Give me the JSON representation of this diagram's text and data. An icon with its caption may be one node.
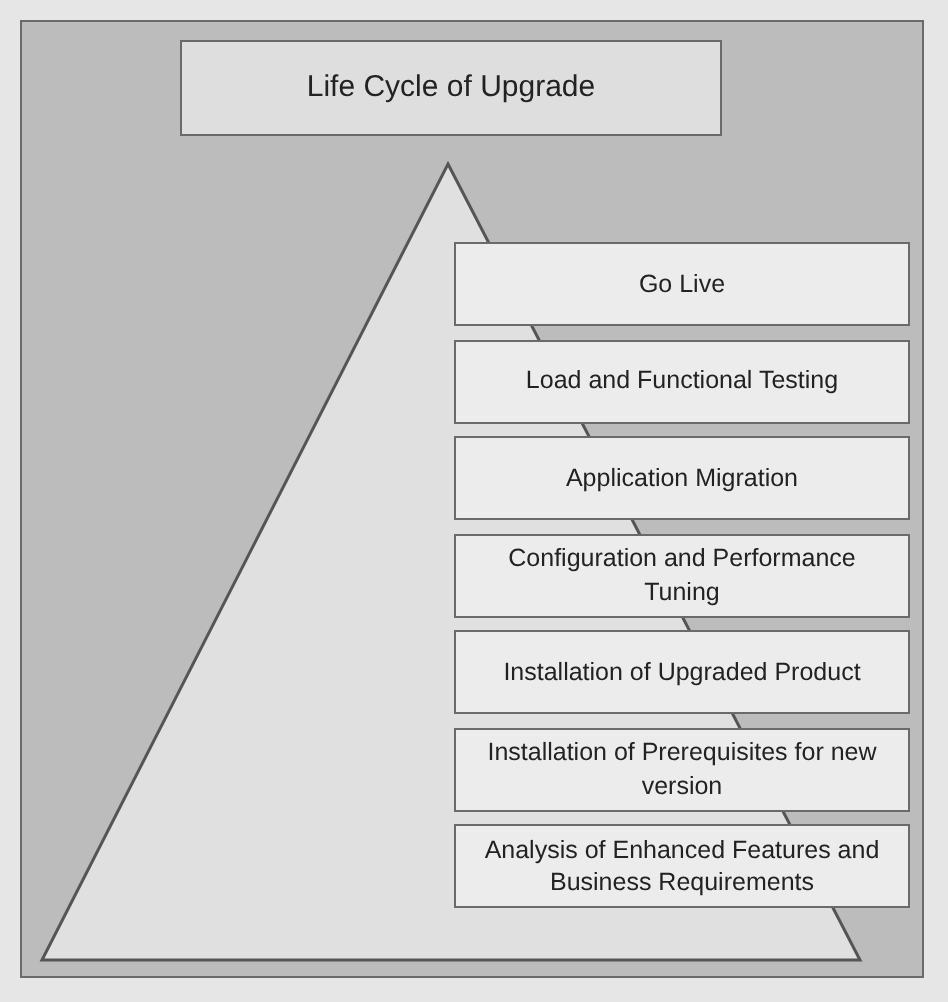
{
  "diagram": {
    "nodes": [
      {
        "text": [
          "Life Cycle of Upgrade"
        ]
      },
      {
        "text": [
          "Go Live"
        ]
      },
      {
        "text": [
          "Load and Functional Testing"
        ]
      },
      {
        "text": [
          "Application Migration"
        ]
      },
      {
        "text": [
          "Configuration and Performance Tuning"
        ]
      },
      {
        "text": [
          "Installation of Upgraded Product"
        ]
      },
      {
        "text": [
          "Installation of Prerequisites for new version"
        ]
      },
      {
        "text": [
          "Analysis of Enhanced Features and Business Requirements"
        ]
      }
    ]
  }
}
